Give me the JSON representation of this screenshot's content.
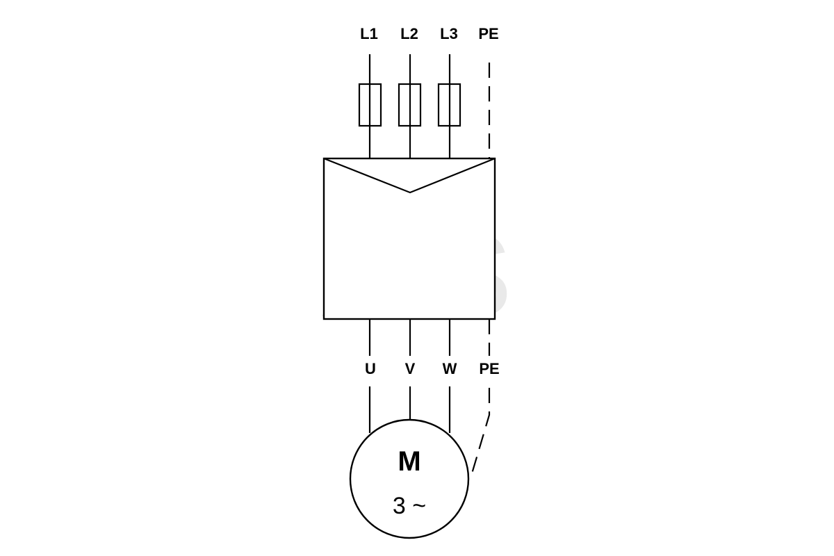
{
  "inputs": [
    {
      "label": "L1"
    },
    {
      "label": "L2"
    },
    {
      "label": "L3"
    },
    {
      "label": "PE"
    }
  ],
  "outputs": [
    {
      "label": "U"
    },
    {
      "label": "V"
    },
    {
      "label": "W"
    },
    {
      "label": "PE"
    }
  ],
  "motor": {
    "label": "M",
    "subtitle": "3 ~"
  },
  "watermark": "A.S",
  "colors": {
    "line": "#000000",
    "background": "#ffffff",
    "watermark": "#e9e9e9"
  }
}
